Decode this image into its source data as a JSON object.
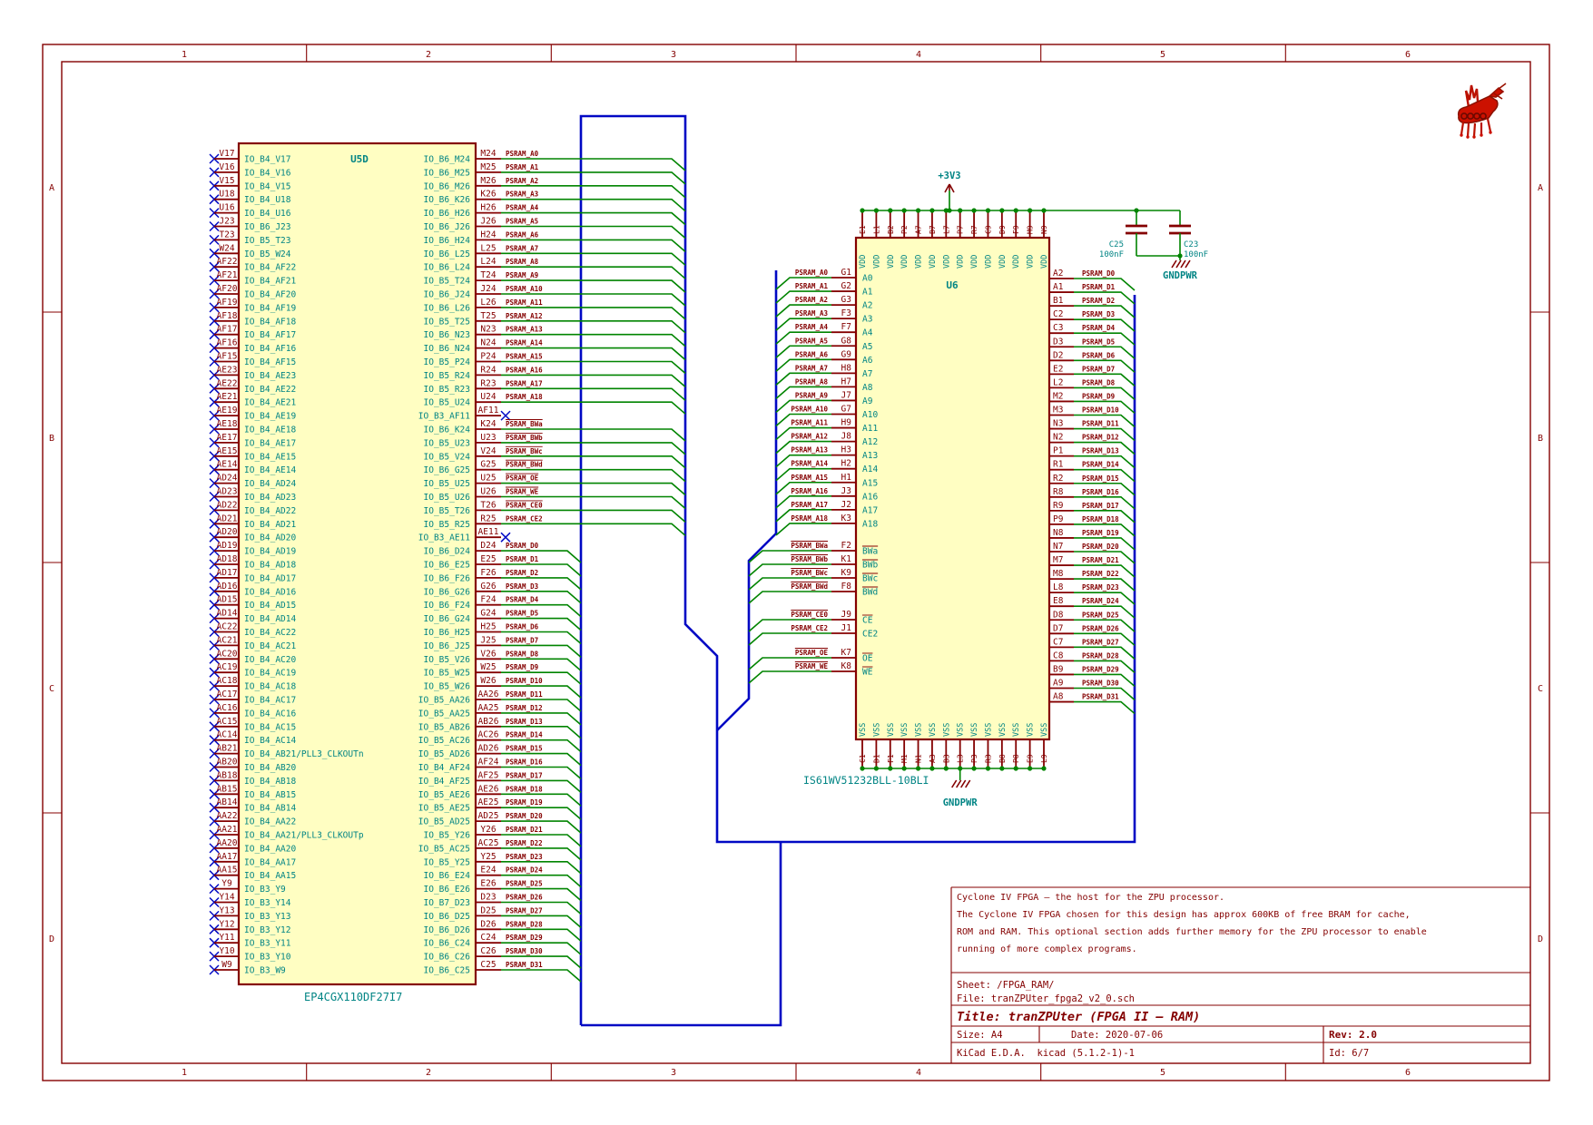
{
  "frame": {
    "columns": [
      "1",
      "2",
      "3",
      "4",
      "5",
      "6"
    ],
    "rows": [
      "A",
      "B",
      "C",
      "D"
    ]
  },
  "colors": {
    "accent_dark_red": "#840000",
    "teal": "#008484",
    "wire_green": "#008400",
    "bus_blue": "#0008c4",
    "body_fill": "#fffec2"
  },
  "note": {
    "lines": [
      "Cyclone IV FPGA – the host for the ZPU processor.",
      "The Cyclone IV FPGA chosen for this design has approx 600KB of free BRAM for cache,",
      "ROM and RAM. This optional section adds further memory for the ZPU processor to enable",
      "running of more complex programs."
    ]
  },
  "title_block": {
    "sheet": "Sheet: /FPGA_RAM/",
    "file": "File: tranZPUter_fpga2_v2_0.sch",
    "title": "Title: tranZPUter (FPGA II – RAM)",
    "size": "Size: A4",
    "date": "Date: 2020-07-06",
    "rev": "Rev: 2.0",
    "kicad": "KiCad E.D.A.  kicad (5.1.2-1)-1",
    "id": "Id: 6/7"
  },
  "power": {
    "rail_label": "+3V3",
    "gnd_label": "GNDPWR",
    "caps": [
      {
        "ref": "C25",
        "value": "100nF"
      },
      {
        "ref": "C23",
        "value": "100nF"
      }
    ]
  },
  "fpga": {
    "ref": "U5D",
    "part": "EP4CGX110DF27I7",
    "left_pins": [
      [
        "V17",
        "IO_B4_V17"
      ],
      [
        "V16",
        "IO_B4_V16"
      ],
      [
        "V15",
        "IO_B4_V15"
      ],
      [
        "U18",
        "IO_B4_U18"
      ],
      [
        "U16",
        "IO_B4_U16"
      ],
      [
        "J23",
        "IO_B6_J23"
      ],
      [
        "T23",
        "IO_B5_T23"
      ],
      [
        "W24",
        "IO_B5_W24"
      ],
      [
        "AF22",
        "IO_B4_AF22"
      ],
      [
        "AF21",
        "IO_B4_AF21"
      ],
      [
        "AF20",
        "IO_B4_AF20"
      ],
      [
        "AF19",
        "IO_B4_AF19"
      ],
      [
        "AF18",
        "IO_B4_AF18"
      ],
      [
        "AF17",
        "IO_B4_AF17"
      ],
      [
        "AF16",
        "IO_B4_AF16"
      ],
      [
        "AF15",
        "IO_B4_AF15"
      ],
      [
        "AE23",
        "IO_B4_AE23"
      ],
      [
        "AE22",
        "IO_B4_AE22"
      ],
      [
        "AE21",
        "IO_B4_AE21"
      ],
      [
        "AE19",
        "IO_B4_AE19"
      ],
      [
        "AE18",
        "IO_B4_AE18"
      ],
      [
        "AE17",
        "IO_B4_AE17"
      ],
      [
        "AE15",
        "IO_B4_AE15"
      ],
      [
        "AE14",
        "IO_B4_AE14"
      ],
      [
        "AD24",
        "IO_B4_AD24"
      ],
      [
        "AD23",
        "IO_B4_AD23"
      ],
      [
        "AD22",
        "IO_B4_AD22"
      ],
      [
        "AD21",
        "IO_B4_AD21"
      ],
      [
        "AD20",
        "IO_B4_AD20"
      ],
      [
        "AD19",
        "IO_B4_AD19"
      ],
      [
        "AD18",
        "IO_B4_AD18"
      ],
      [
        "AD17",
        "IO_B4_AD17"
      ],
      [
        "AD16",
        "IO_B4_AD16"
      ],
      [
        "AD15",
        "IO_B4_AD15"
      ],
      [
        "AD14",
        "IO_B4_AD14"
      ],
      [
        "AC22",
        "IO_B4_AC22"
      ],
      [
        "AC21",
        "IO_B4_AC21"
      ],
      [
        "AC20",
        "IO_B4_AC20"
      ],
      [
        "AC19",
        "IO_B4_AC19"
      ],
      [
        "AC18",
        "IO_B4_AC18"
      ],
      [
        "AC17",
        "IO_B4_AC17"
      ],
      [
        "AC16",
        "IO_B4_AC16"
      ],
      [
        "AC15",
        "IO_B4_AC15"
      ],
      [
        "AC14",
        "IO_B4_AC14"
      ],
      [
        "AB21",
        "IO_B4_AB21/PLL3_CLKOUTn"
      ],
      [
        "AB20",
        "IO_B4_AB20"
      ],
      [
        "AB18",
        "IO_B4_AB18"
      ],
      [
        "AB15",
        "IO_B4_AB15"
      ],
      [
        "AB14",
        "IO_B4_AB14"
      ],
      [
        "AA22",
        "IO_B4_AA22"
      ],
      [
        "AA21",
        "IO_B4_AA21/PLL3_CLKOUTp"
      ],
      [
        "AA20",
        "IO_B4_AA20"
      ],
      [
        "AA17",
        "IO_B4_AA17"
      ],
      [
        "AA15",
        "IO_B4_AA15"
      ],
      [
        "Y9",
        "IO_B3_Y9"
      ],
      [
        "Y14",
        "IO_B3_Y14"
      ],
      [
        "Y13",
        "IO_B3_Y13"
      ],
      [
        "Y12",
        "IO_B3_Y12"
      ],
      [
        "Y11",
        "IO_B3_Y11"
      ],
      [
        "Y10",
        "IO_B3_Y10"
      ],
      [
        "W9",
        "IO_B3_W9"
      ]
    ],
    "right_pins": [
      [
        "IO_B6_M24",
        "M24",
        "PSRAM_A0",
        "a",
        0
      ],
      [
        "IO_B6_M25",
        "M25",
        "PSRAM_A1",
        "a",
        0
      ],
      [
        "IO_B6_M26",
        "M26",
        "PSRAM_A2",
        "a",
        0
      ],
      [
        "IO_B6_K26",
        "K26",
        "PSRAM_A3",
        "a",
        0
      ],
      [
        "IO_B6_H26",
        "H26",
        "PSRAM_A4",
        "a",
        0
      ],
      [
        "IO_B6_J26",
        "J26",
        "PSRAM_A5",
        "a",
        0
      ],
      [
        "IO_B6_H24",
        "H24",
        "PSRAM_A6",
        "a",
        0
      ],
      [
        "IO_B6_L25",
        "L25",
        "PSRAM_A7",
        "a",
        0
      ],
      [
        "IO_B6_L24",
        "L24",
        "PSRAM_A8",
        "a",
        0
      ],
      [
        "IO_B5_T24",
        "T24",
        "PSRAM_A9",
        "a",
        0
      ],
      [
        "IO_B6_J24",
        "J24",
        "PSRAM_A10",
        "a",
        0
      ],
      [
        "IO_B6_L26",
        "L26",
        "PSRAM_A11",
        "a",
        0
      ],
      [
        "IO_B5_T25",
        "T25",
        "PSRAM_A12",
        "a",
        0
      ],
      [
        "IO_B6_N23",
        "N23",
        "PSRAM_A13",
        "a",
        0
      ],
      [
        "IO_B6_N24",
        "N24",
        "PSRAM_A14",
        "a",
        0
      ],
      [
        "IO_B5_P24",
        "P24",
        "PSRAM_A15",
        "a",
        0
      ],
      [
        "IO_B5_R24",
        "R24",
        "PSRAM_A16",
        "a",
        0
      ],
      [
        "IO_B5_R23",
        "R23",
        "PSRAM_A17",
        "a",
        0
      ],
      [
        "IO_B5_U24",
        "U24",
        "PSRAM_A18",
        "a",
        0
      ],
      [
        "IO_B3_AF11",
        "AF11",
        "",
        "n",
        0
      ],
      [
        "IO_B6_K24",
        "K24",
        "PSRAM_BWa",
        "a",
        1
      ],
      [
        "IO_B5_U23",
        "U23",
        "PSRAM_BWb",
        "a",
        1
      ],
      [
        "IO_B5_V24",
        "V24",
        "PSRAM_BWc",
        "a",
        1
      ],
      [
        "IO_B6_G25",
        "G25",
        "PSRAM_BWd",
        "a",
        1
      ],
      [
        "IO_B5_U25",
        "U25",
        "PSRAM_OE",
        "a",
        1
      ],
      [
        "IO_B5_U26",
        "U26",
        "PSRAM_WE",
        "a",
        1
      ],
      [
        "IO_B5_T26",
        "T26",
        "PSRAM_CE0",
        "a",
        1
      ],
      [
        "IO_B5_R25",
        "R25",
        "PSRAM_CE2",
        "a",
        0
      ],
      [
        "IO_B3_AE11",
        "AE11",
        "",
        "n",
        0
      ],
      [
        "IO_B6_D24",
        "D24",
        "PSRAM_D0",
        "d",
        0
      ],
      [
        "IO_B6_E25",
        "E25",
        "PSRAM_D1",
        "d",
        0
      ],
      [
        "IO_B6_F26",
        "F26",
        "PSRAM_D2",
        "d",
        0
      ],
      [
        "IO_B6_G26",
        "G26",
        "PSRAM_D3",
        "d",
        0
      ],
      [
        "IO_B6_F24",
        "F24",
        "PSRAM_D4",
        "d",
        0
      ],
      [
        "IO_B6_G24",
        "G24",
        "PSRAM_D5",
        "d",
        0
      ],
      [
        "IO_B6_H25",
        "H25",
        "PSRAM_D6",
        "d",
        0
      ],
      [
        "IO_B6_J25",
        "J25",
        "PSRAM_D7",
        "d",
        0
      ],
      [
        "IO_B5_V26",
        "V26",
        "PSRAM_D8",
        "d",
        0
      ],
      [
        "IO_B5_W25",
        "W25",
        "PSRAM_D9",
        "d",
        0
      ],
      [
        "IO_B5_W26",
        "W26",
        "PSRAM_D10",
        "d",
        0
      ],
      [
        "IO_B5_AA26",
        "AA26",
        "PSRAM_D11",
        "d",
        0
      ],
      [
        "IO_B5_AA25",
        "AA25",
        "PSRAM_D12",
        "d",
        0
      ],
      [
        "IO_B5_AB26",
        "AB26",
        "PSRAM_D13",
        "d",
        0
      ],
      [
        "IO_B5_AC26",
        "AC26",
        "PSRAM_D14",
        "d",
        0
      ],
      [
        "IO_B5_AD26",
        "AD26",
        "PSRAM_D15",
        "d",
        0
      ],
      [
        "IO_B4_AF24",
        "AF24",
        "PSRAM_D16",
        "d",
        0
      ],
      [
        "IO_B4_AF25",
        "AF25",
        "PSRAM_D17",
        "d",
        0
      ],
      [
        "IO_B5_AE26",
        "AE26",
        "PSRAM_D18",
        "d",
        0
      ],
      [
        "IO_B5_AE25",
        "AE25",
        "PSRAM_D19",
        "d",
        0
      ],
      [
        "IO_B5_AD25",
        "AD25",
        "PSRAM_D20",
        "d",
        0
      ],
      [
        "IO_B5_Y26",
        "Y26",
        "PSRAM_D21",
        "d",
        0
      ],
      [
        "IO_B5_AC25",
        "AC25",
        "PSRAM_D22",
        "d",
        0
      ],
      [
        "IO_B5_Y25",
        "Y25",
        "PSRAM_D23",
        "d",
        0
      ],
      [
        "IO_B6_E24",
        "E24",
        "PSRAM_D24",
        "d",
        0
      ],
      [
        "IO_B6_E26",
        "E26",
        "PSRAM_D25",
        "d",
        0
      ],
      [
        "IO_B7_D23",
        "D23",
        "PSRAM_D26",
        "d",
        0
      ],
      [
        "IO_B6_D25",
        "D25",
        "PSRAM_D27",
        "d",
        0
      ],
      [
        "IO_B6_D26",
        "D26",
        "PSRAM_D28",
        "d",
        0
      ],
      [
        "IO_B6_C24",
        "C24",
        "PSRAM_D29",
        "d",
        0
      ],
      [
        "IO_B6_C26",
        "C26",
        "PSRAM_D30",
        "d",
        0
      ],
      [
        "IO_B6_C25",
        "C25",
        "PSRAM_D31",
        "d",
        0
      ]
    ]
  },
  "ram": {
    "ref": "U6",
    "part": "IS61WV51232BLL-10BLI",
    "vdd_name": "VDD",
    "vss_name": "VSS",
    "vdd_pins": [
      "E1",
      "L1",
      "B2",
      "P2",
      "A7",
      "B7",
      "L7",
      "P7",
      "R7",
      "C9",
      "D9",
      "F9",
      "M9",
      "N9"
    ],
    "vss_pins": [
      "C1",
      "D1",
      "F1",
      "M1",
      "N1",
      "A3",
      "B3",
      "L3",
      "P3",
      "R3",
      "B8",
      "P8",
      "E9",
      "L9"
    ],
    "addr_pins": [
      [
        "PSRAM_A0",
        "G1",
        "A0"
      ],
      [
        "PSRAM_A1",
        "G2",
        "A1"
      ],
      [
        "PSRAM_A2",
        "G3",
        "A2"
      ],
      [
        "PSRAM_A3",
        "F3",
        "A3"
      ],
      [
        "PSRAM_A4",
        "F7",
        "A4"
      ],
      [
        "PSRAM_A5",
        "G8",
        "A5"
      ],
      [
        "PSRAM_A6",
        "G9",
        "A6"
      ],
      [
        "PSRAM_A7",
        "H8",
        "A7"
      ],
      [
        "PSRAM_A8",
        "H7",
        "A8"
      ],
      [
        "PSRAM_A9",
        "J7",
        "A9"
      ],
      [
        "PSRAM_A10",
        "G7",
        "A10"
      ],
      [
        "PSRAM_A11",
        "H9",
        "A11"
      ],
      [
        "PSRAM_A12",
        "J8",
        "A12"
      ],
      [
        "PSRAM_A13",
        "H3",
        "A13"
      ],
      [
        "PSRAM_A14",
        "H2",
        "A14"
      ],
      [
        "PSRAM_A15",
        "H1",
        "A15"
      ],
      [
        "PSRAM_A16",
        "J3",
        "A16"
      ],
      [
        "PSRAM_A17",
        "J2",
        "A17"
      ],
      [
        "PSRAM_A18",
        "K3",
        "A18"
      ]
    ],
    "ctrl_pins": [
      [
        "PSRAM_BWa",
        "F2",
        "BWa",
        1,
        1
      ],
      [
        "PSRAM_BWb",
        "K1",
        "BWb",
        1,
        1
      ],
      [
        "PSRAM_BWc",
        "K9",
        "BWc",
        1,
        1
      ],
      [
        "PSRAM_BWd",
        "F8",
        "BWd",
        1,
        1
      ],
      [
        "PSRAM_CE0",
        "J9",
        "CE",
        1,
        1
      ],
      [
        "PSRAM_CE2",
        "J1",
        "CE2",
        0,
        0
      ],
      [
        "PSRAM_OE",
        "K7",
        "OE",
        1,
        1
      ],
      [
        "PSRAM_WE",
        "K8",
        "WE",
        1,
        1
      ]
    ],
    "data_pins": [
      [
        "A2",
        "PSRAM_D0"
      ],
      [
        "A1",
        "PSRAM_D1"
      ],
      [
        "B1",
        "PSRAM_D2"
      ],
      [
        "C2",
        "PSRAM_D3"
      ],
      [
        "C3",
        "PSRAM_D4"
      ],
      [
        "D3",
        "PSRAM_D5"
      ],
      [
        "D2",
        "PSRAM_D6"
      ],
      [
        "E2",
        "PSRAM_D7"
      ],
      [
        "L2",
        "PSRAM_D8"
      ],
      [
        "M2",
        "PSRAM_D9"
      ],
      [
        "M3",
        "PSRAM_D10"
      ],
      [
        "N3",
        "PSRAM_D11"
      ],
      [
        "N2",
        "PSRAM_D12"
      ],
      [
        "P1",
        "PSRAM_D13"
      ],
      [
        "R1",
        "PSRAM_D14"
      ],
      [
        "R2",
        "PSRAM_D15"
      ],
      [
        "R8",
        "PSRAM_D16"
      ],
      [
        "R9",
        "PSRAM_D17"
      ],
      [
        "P9",
        "PSRAM_D18"
      ],
      [
        "N8",
        "PSRAM_D19"
      ],
      [
        "N7",
        "PSRAM_D20"
      ],
      [
        "M7",
        "PSRAM_D21"
      ],
      [
        "M8",
        "PSRAM_D22"
      ],
      [
        "L8",
        "PSRAM_D23"
      ],
      [
        "E8",
        "PSRAM_D24"
      ],
      [
        "D8",
        "PSRAM_D25"
      ],
      [
        "D7",
        "PSRAM_D26"
      ],
      [
        "C7",
        "PSRAM_D27"
      ],
      [
        "C8",
        "PSRAM_D28"
      ],
      [
        "B9",
        "PSRAM_D29"
      ],
      [
        "A9",
        "PSRAM_D30"
      ],
      [
        "A8",
        "PSRAM_D31"
      ]
    ]
  }
}
